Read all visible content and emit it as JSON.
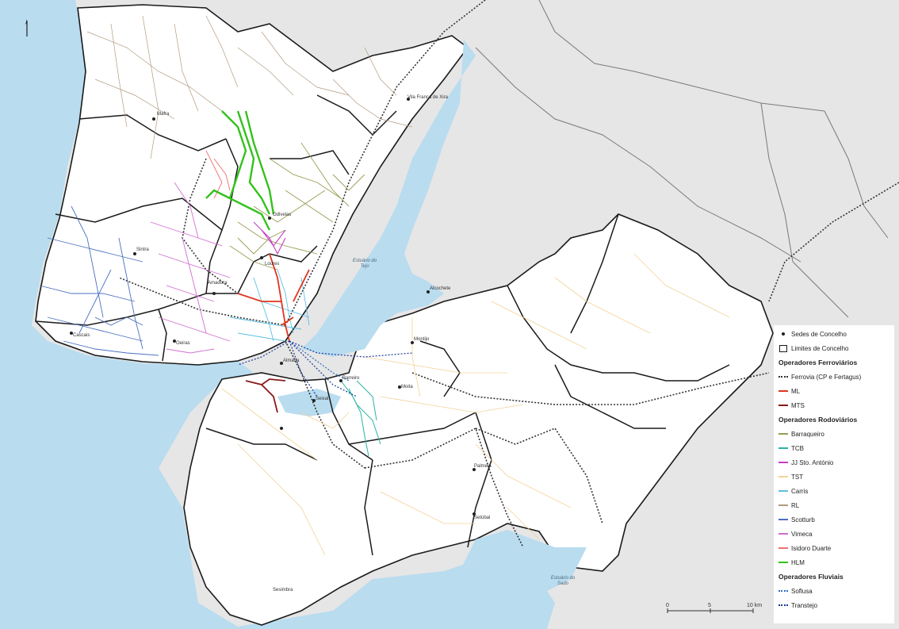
{
  "map": {
    "places": [
      {
        "name": "Vila Franca de Xira"
      },
      {
        "name": "Mafra"
      },
      {
        "name": "Montijo"
      },
      {
        "name": "Moita"
      },
      {
        "name": "Alcochete"
      },
      {
        "name": "Palmela"
      },
      {
        "name": "Setúbal"
      },
      {
        "name": "Sesimbra"
      },
      {
        "name": "Seixal"
      },
      {
        "name": "Almada"
      },
      {
        "name": "Amadora"
      },
      {
        "name": "Sintra"
      },
      {
        "name": "Cascais"
      },
      {
        "name": "Oeiras"
      },
      {
        "name": "Loures"
      },
      {
        "name": "Odivelas"
      },
      {
        "name": "Barreiro"
      }
    ],
    "water_labels": [
      {
        "text": "Estuário do Tejo"
      },
      {
        "text": "Estuário do Sado"
      }
    ],
    "colors": {
      "sea": "#b9dcef",
      "land_outside": "#e6e6e6",
      "land": "#ffffff",
      "boundary": "#1a1a1a",
      "neighbour_boundary": "#7a7a7a"
    }
  },
  "legend": {
    "items": [
      {
        "type": "point",
        "label": "Sedes de Concelho"
      },
      {
        "type": "box",
        "label": "Limites de Concelho"
      },
      {
        "type": "header",
        "label": "Operadores Ferroviários"
      },
      {
        "type": "line",
        "label": "Ferrovia (CP e Fertagus)",
        "color": "#333333",
        "style": "dotted"
      },
      {
        "type": "line",
        "label": "ML",
        "color": "#e0341f",
        "style": "solid"
      },
      {
        "type": "line",
        "label": "MTS",
        "color": "#8a1a1a",
        "style": "solid"
      },
      {
        "type": "header",
        "label": "Operadores Rodoviários"
      },
      {
        "type": "line",
        "label": "Barraqueiro",
        "color": "#9a9a55",
        "style": "solid"
      },
      {
        "type": "line",
        "label": "TCB",
        "color": "#2bb3a3",
        "style": "solid"
      },
      {
        "type": "line",
        "label": "JJ Sto. António",
        "color": "#c33fc6",
        "style": "solid"
      },
      {
        "type": "line",
        "label": "TST",
        "color": "#f2d39a",
        "style": "solid"
      },
      {
        "type": "line",
        "label": "Carris",
        "color": "#5ec0e0",
        "style": "solid"
      },
      {
        "type": "line",
        "label": "RL",
        "color": "#b09a80",
        "style": "solid"
      },
      {
        "type": "line",
        "label": "Scotturb",
        "color": "#4a70c0",
        "style": "solid"
      },
      {
        "type": "line",
        "label": "Vimeca",
        "color": "#d070d0",
        "style": "solid"
      },
      {
        "type": "line",
        "label": "Isidoro Duarte",
        "color": "#f07070",
        "style": "solid"
      },
      {
        "type": "line",
        "label": "HLM",
        "color": "#33c21c",
        "style": "solid"
      },
      {
        "type": "header",
        "label": "Operadores Fluviais"
      },
      {
        "type": "line",
        "label": "Soflusa",
        "color": "#2a70c0",
        "style": "dotted"
      },
      {
        "type": "line",
        "label": "Transtejo",
        "color": "#1a3a9a",
        "style": "dotted"
      }
    ]
  },
  "scalebar": {
    "ticks": [
      "0",
      "5",
      "10 km"
    ]
  }
}
